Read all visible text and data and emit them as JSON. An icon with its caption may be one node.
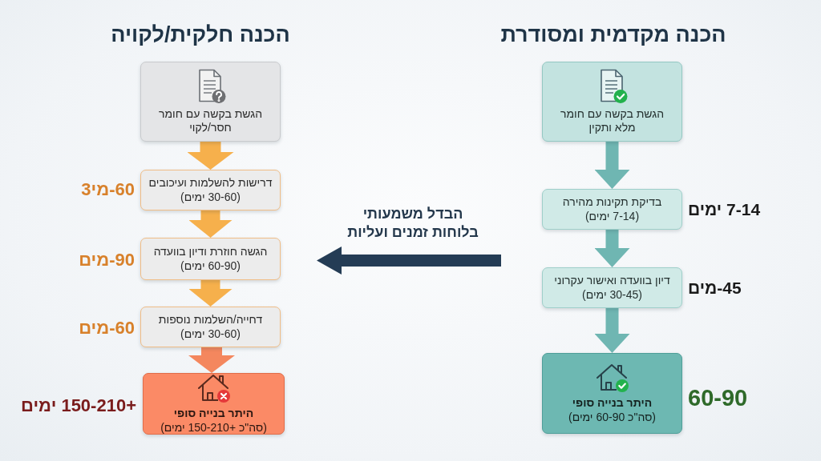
{
  "diagram": {
    "nodes": [
      {
        "text": [
          "הגשת בקשה עם חומר מלא ותקין"
        ]
      },
      {
        "text": [
          "בדיקת תקינות מהירה",
          "(7-14 ימים)"
        ],
        "beside": [
          "7-14 ימים"
        ]
      },
      {
        "text": [
          "דיון בוועדה ואישור עקרוני",
          "(30-45 ימים)"
        ],
        "beside": [
          "45-מים"
        ]
      },
      {
        "text": [
          "היתר בנייה סופי",
          "(סה\"כ 60-90 ימים)"
        ],
        "beside": [
          "60-90"
        ]
      },
      {
        "text": [
          "הגשת בקשה עם חומר חסר/לקוי"
        ]
      },
      {
        "text": [
          "דרישות להשלמות ועיכובים",
          "(30-60 ימים)"
        ],
        "beside": [
          "60-מי3"
        ]
      },
      {
        "text": [
          "הגשה חוזרת ודיון בוועדה",
          "(60-90 ימים)"
        ],
        "beside": [
          "90-מים"
        ]
      },
      {
        "text": [
          "דחייה/השלמות נוספות",
          "(30-60 ימים)"
        ],
        "beside": [
          "60-מים"
        ]
      },
      {
        "text": [
          "היתר בנייה סופי",
          "(סה\"כ +150-210 ימים)"
        ],
        "beside": [
          "+150-210 ימים"
        ]
      }
    ],
    "edges": [
      {
        "from": 0,
        "to": 1,
        "arrow": "to",
        "color": "#6fb6b2"
      },
      {
        "from": 1,
        "to": 2,
        "arrow": "to",
        "color": "#6fb6b2"
      },
      {
        "from": 2,
        "to": 3,
        "arrow": "to",
        "color": "#6fb6b2"
      },
      {
        "from": 4,
        "to": 5,
        "arrow": "to",
        "color": "#f6b04c"
      },
      {
        "from": 5,
        "to": 6,
        "arrow": "to",
        "color": "#f6b04c"
      },
      {
        "from": 6,
        "to": 7,
        "arrow": "to",
        "color": "#f6b04c"
      },
      {
        "from": 7,
        "to": 8,
        "arrow": "to",
        "color": "#f4875e"
      }
    ],
    "labels": [
      "הכנה מקדמית ומסודרת",
      "הכנה חלקית/לקויה",
      "הבדל משמעותי בלוחות זמנים ועליות"
    ]
  }
}
